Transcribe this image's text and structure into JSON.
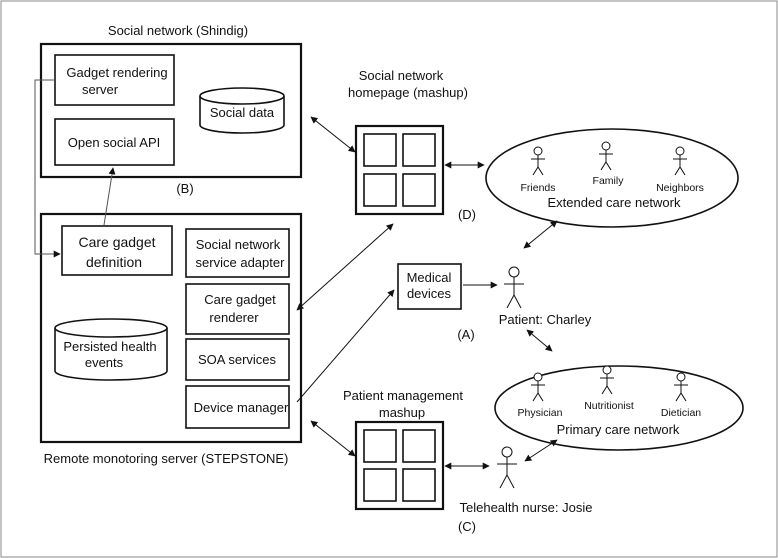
{
  "social_network": {
    "title": "Social network (Shindig)",
    "gadget_rendering_server": [
      "Gadget rendering",
      "server"
    ],
    "social_data": "Social data",
    "open_social_api": "Open social API",
    "marker": "(B)"
  },
  "remote_server": {
    "title": "Remote monotoring server (STEPSTONE)",
    "care_gadget_definition": [
      "Care gadget",
      "definition"
    ],
    "social_network_service_adapter": [
      "Social network",
      "service adapter"
    ],
    "care_gadget_renderer": [
      "Care gadget",
      "renderer"
    ],
    "persisted_health_events": [
      "Persisted health",
      "events"
    ],
    "soa_services": "SOA services",
    "device_manager": "Device manager"
  },
  "social_homepage": {
    "title": [
      "Social network",
      "homepage  (mashup)"
    ],
    "marker": "(D)"
  },
  "patient_mgmt": {
    "title": [
      "Patient management",
      "mashup"
    ]
  },
  "medical_devices": [
    "Medical",
    "devices"
  ],
  "patient": {
    "label": "Patient: Charley",
    "marker": "(A)"
  },
  "extended_care": {
    "title": "Extended care network",
    "members": [
      "Friends",
      "Family",
      "Neighbors"
    ]
  },
  "primary_care": {
    "title": "Primary care network",
    "members": [
      "Physician",
      "Nutritionist",
      "Dietician"
    ]
  },
  "nurse": {
    "label": "Telehealth nurse: Josie",
    "marker": "(C)"
  }
}
